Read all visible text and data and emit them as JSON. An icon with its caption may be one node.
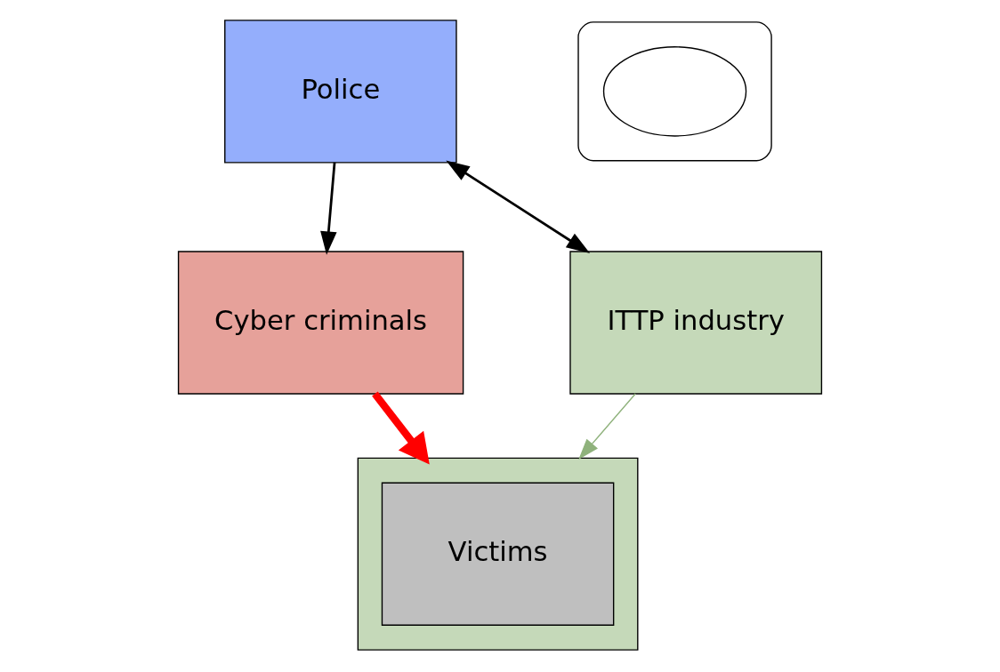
{
  "diagram": {
    "nodes": [
      {
        "text": [
          "Cyber criminals"
        ]
      },
      {
        "text": [],
        "shape": "box"
      },
      {
        "text": [
          "Victims"
        ],
        "in": 1
      },
      {
        "text": [],
        "shape": "cloud"
      },
      {
        "text": [],
        "shape": "cloud",
        "in": 3
      },
      {
        "text": [
          "Police"
        ]
      },
      {
        "text": [
          "ITTP industry"
        ]
      }
    ],
    "edges": [
      {
        "from": 0,
        "to": 1,
        "arrow": "to",
        "style": "thick",
        "color": "#ff0000"
      },
      {
        "from": 5,
        "to": 0,
        "arrow": "to"
      },
      {
        "from": 6,
        "to": 1,
        "arrow": "to",
        "color": "#8fb27c"
      },
      {
        "from": 5,
        "to": 6,
        "arrow": "both"
      }
    ]
  }
}
